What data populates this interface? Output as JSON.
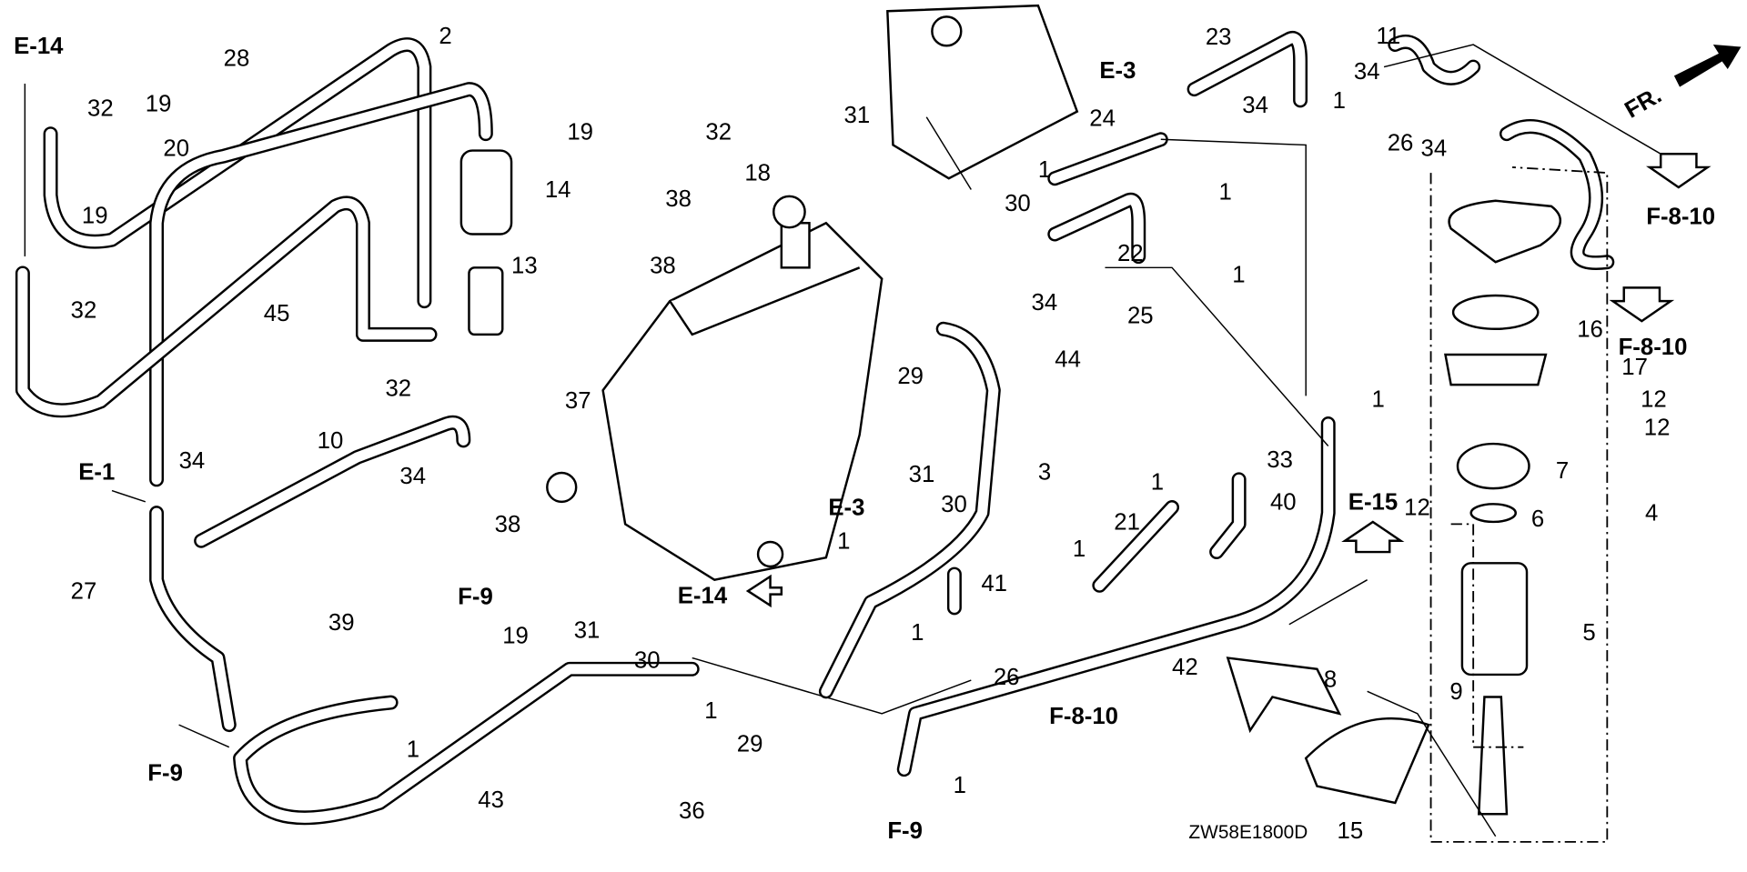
{
  "diagram": {
    "code": "ZW58E1800D",
    "direction_label": "FR.",
    "refs": [
      "E-14",
      "E-1",
      "F-9",
      "F-9",
      "E-14",
      "E-3",
      "F-9",
      "F-8-10",
      "E-3",
      "E-15",
      "F-8-10",
      "F-8-10"
    ],
    "callouts": [
      "32",
      "28",
      "19",
      "20",
      "19",
      "32",
      "2",
      "19",
      "14",
      "13",
      "45",
      "32",
      "37",
      "10",
      "34",
      "34",
      "27",
      "38",
      "39",
      "19",
      "1",
      "43",
      "31",
      "30",
      "1",
      "29",
      "36",
      "32",
      "18",
      "31",
      "38",
      "38",
      "30",
      "29",
      "31",
      "30",
      "3",
      "1",
      "41",
      "1",
      "26",
      "1",
      "1",
      "24",
      "23",
      "34",
      "1",
      "11",
      "34",
      "26",
      "1",
      "22",
      "34",
      "1",
      "25",
      "44",
      "1",
      "33",
      "1",
      "40",
      "21",
      "1",
      "42",
      "8",
      "15",
      "34",
      "16",
      "17",
      "12",
      "12",
      "12",
      "7",
      "6",
      "4",
      "5",
      "9"
    ]
  }
}
